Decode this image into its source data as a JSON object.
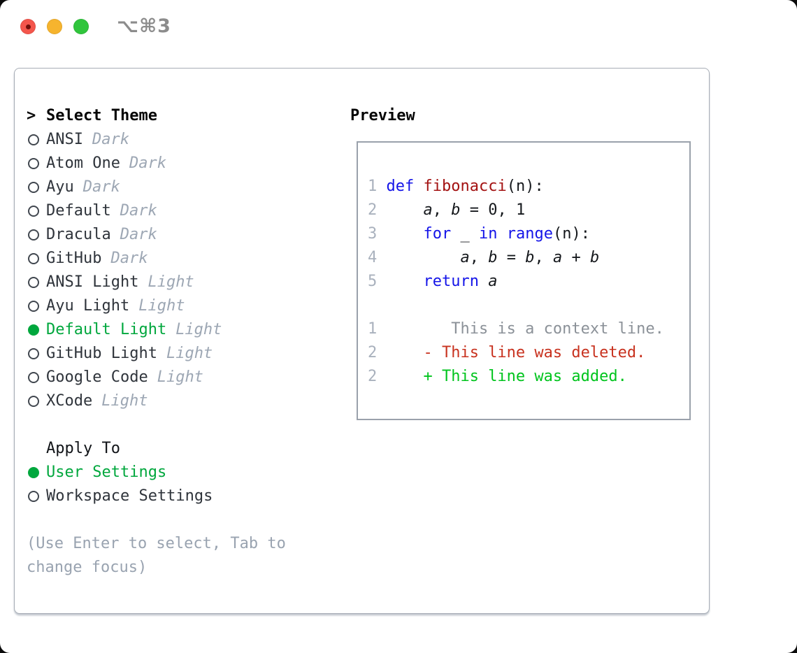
{
  "window": {
    "title_shortcut": "⌥⌘3",
    "traffic_lights": [
      {
        "name": "close",
        "color": "#f4564c",
        "dot_color": "#71100b"
      },
      {
        "name": "minimize",
        "color": "#f6b42e"
      },
      {
        "name": "zoom",
        "color": "#30c53c"
      }
    ]
  },
  "theme_picker": {
    "prompt": ">",
    "header": "Select Theme",
    "themes": [
      {
        "name": "ANSI",
        "variant": "Dark",
        "selected": false
      },
      {
        "name": "Atom One",
        "variant": "Dark",
        "selected": false
      },
      {
        "name": "Ayu",
        "variant": "Dark",
        "selected": false
      },
      {
        "name": "Default",
        "variant": "Dark",
        "selected": false
      },
      {
        "name": "Dracula",
        "variant": "Dark",
        "selected": false
      },
      {
        "name": "GitHub",
        "variant": "Dark",
        "selected": false
      },
      {
        "name": "ANSI Light",
        "variant": "Light",
        "selected": false
      },
      {
        "name": "Ayu Light",
        "variant": "Light",
        "selected": false
      },
      {
        "name": "Default Light",
        "variant": "Light",
        "selected": true
      },
      {
        "name": "GitHub Light",
        "variant": "Light",
        "selected": false
      },
      {
        "name": "Google Code",
        "variant": "Light",
        "selected": false
      },
      {
        "name": "XCode",
        "variant": "Light",
        "selected": false
      }
    ],
    "apply_section": {
      "header": "Apply To",
      "options": [
        {
          "label": "User Settings",
          "selected": true
        },
        {
          "label": "Workspace Settings",
          "selected": false
        }
      ]
    },
    "help_lines": [
      "(Use Enter to select, Tab to",
      "change focus)"
    ]
  },
  "preview": {
    "header": "Preview",
    "code_lines": [
      {
        "num": "1",
        "segments": [
          [
            "pl",
            " "
          ],
          [
            "kw",
            "def"
          ],
          [
            "pl",
            " "
          ],
          [
            "fn",
            "fibonacci"
          ],
          [
            "pl",
            "(n):"
          ]
        ]
      },
      {
        "num": "2",
        "segments": [
          [
            "pl",
            "     "
          ],
          [
            "var",
            "a"
          ],
          [
            "pl",
            ", "
          ],
          [
            "var",
            "b"
          ],
          [
            "pl",
            " = 0, 1"
          ]
        ]
      },
      {
        "num": "3",
        "segments": [
          [
            "pl",
            "     "
          ],
          [
            "kw",
            "for"
          ],
          [
            "pl",
            " _ "
          ],
          [
            "kw",
            "in"
          ],
          [
            "pl",
            " "
          ],
          [
            "kw",
            "range"
          ],
          [
            "pl",
            "(n):"
          ]
        ]
      },
      {
        "num": "4",
        "segments": [
          [
            "pl",
            "         "
          ],
          [
            "var",
            "a"
          ],
          [
            "pl",
            ", "
          ],
          [
            "var",
            "b"
          ],
          [
            "pl",
            " = "
          ],
          [
            "var",
            "b"
          ],
          [
            "pl",
            ", "
          ],
          [
            "var",
            "a"
          ],
          [
            "pl",
            " + "
          ],
          [
            "var",
            "b"
          ]
        ]
      },
      {
        "num": "5",
        "segments": [
          [
            "pl",
            "     "
          ],
          [
            "kw",
            "return"
          ],
          [
            "pl",
            " "
          ],
          [
            "var",
            "a"
          ]
        ]
      },
      {
        "num": "",
        "segments": []
      },
      {
        "num": "1",
        "segments": [
          [
            "ctx",
            "        This is a context line."
          ]
        ]
      },
      {
        "num": "2",
        "segments": [
          [
            "del",
            "     - This line was deleted."
          ]
        ]
      },
      {
        "num": "2",
        "segments": [
          [
            "add",
            "     + This line was added."
          ]
        ]
      }
    ]
  },
  "colors": {
    "selection_green": "#00a73d",
    "diff_added_green": "#00c41d",
    "diff_deleted_red": "#c8321f",
    "keyword_blue": "#1414e8",
    "function_red": "#a31212",
    "context_gray": "#8b9198",
    "muted_gray": "#9aa4b1",
    "panel_border": "#a7adb6"
  }
}
